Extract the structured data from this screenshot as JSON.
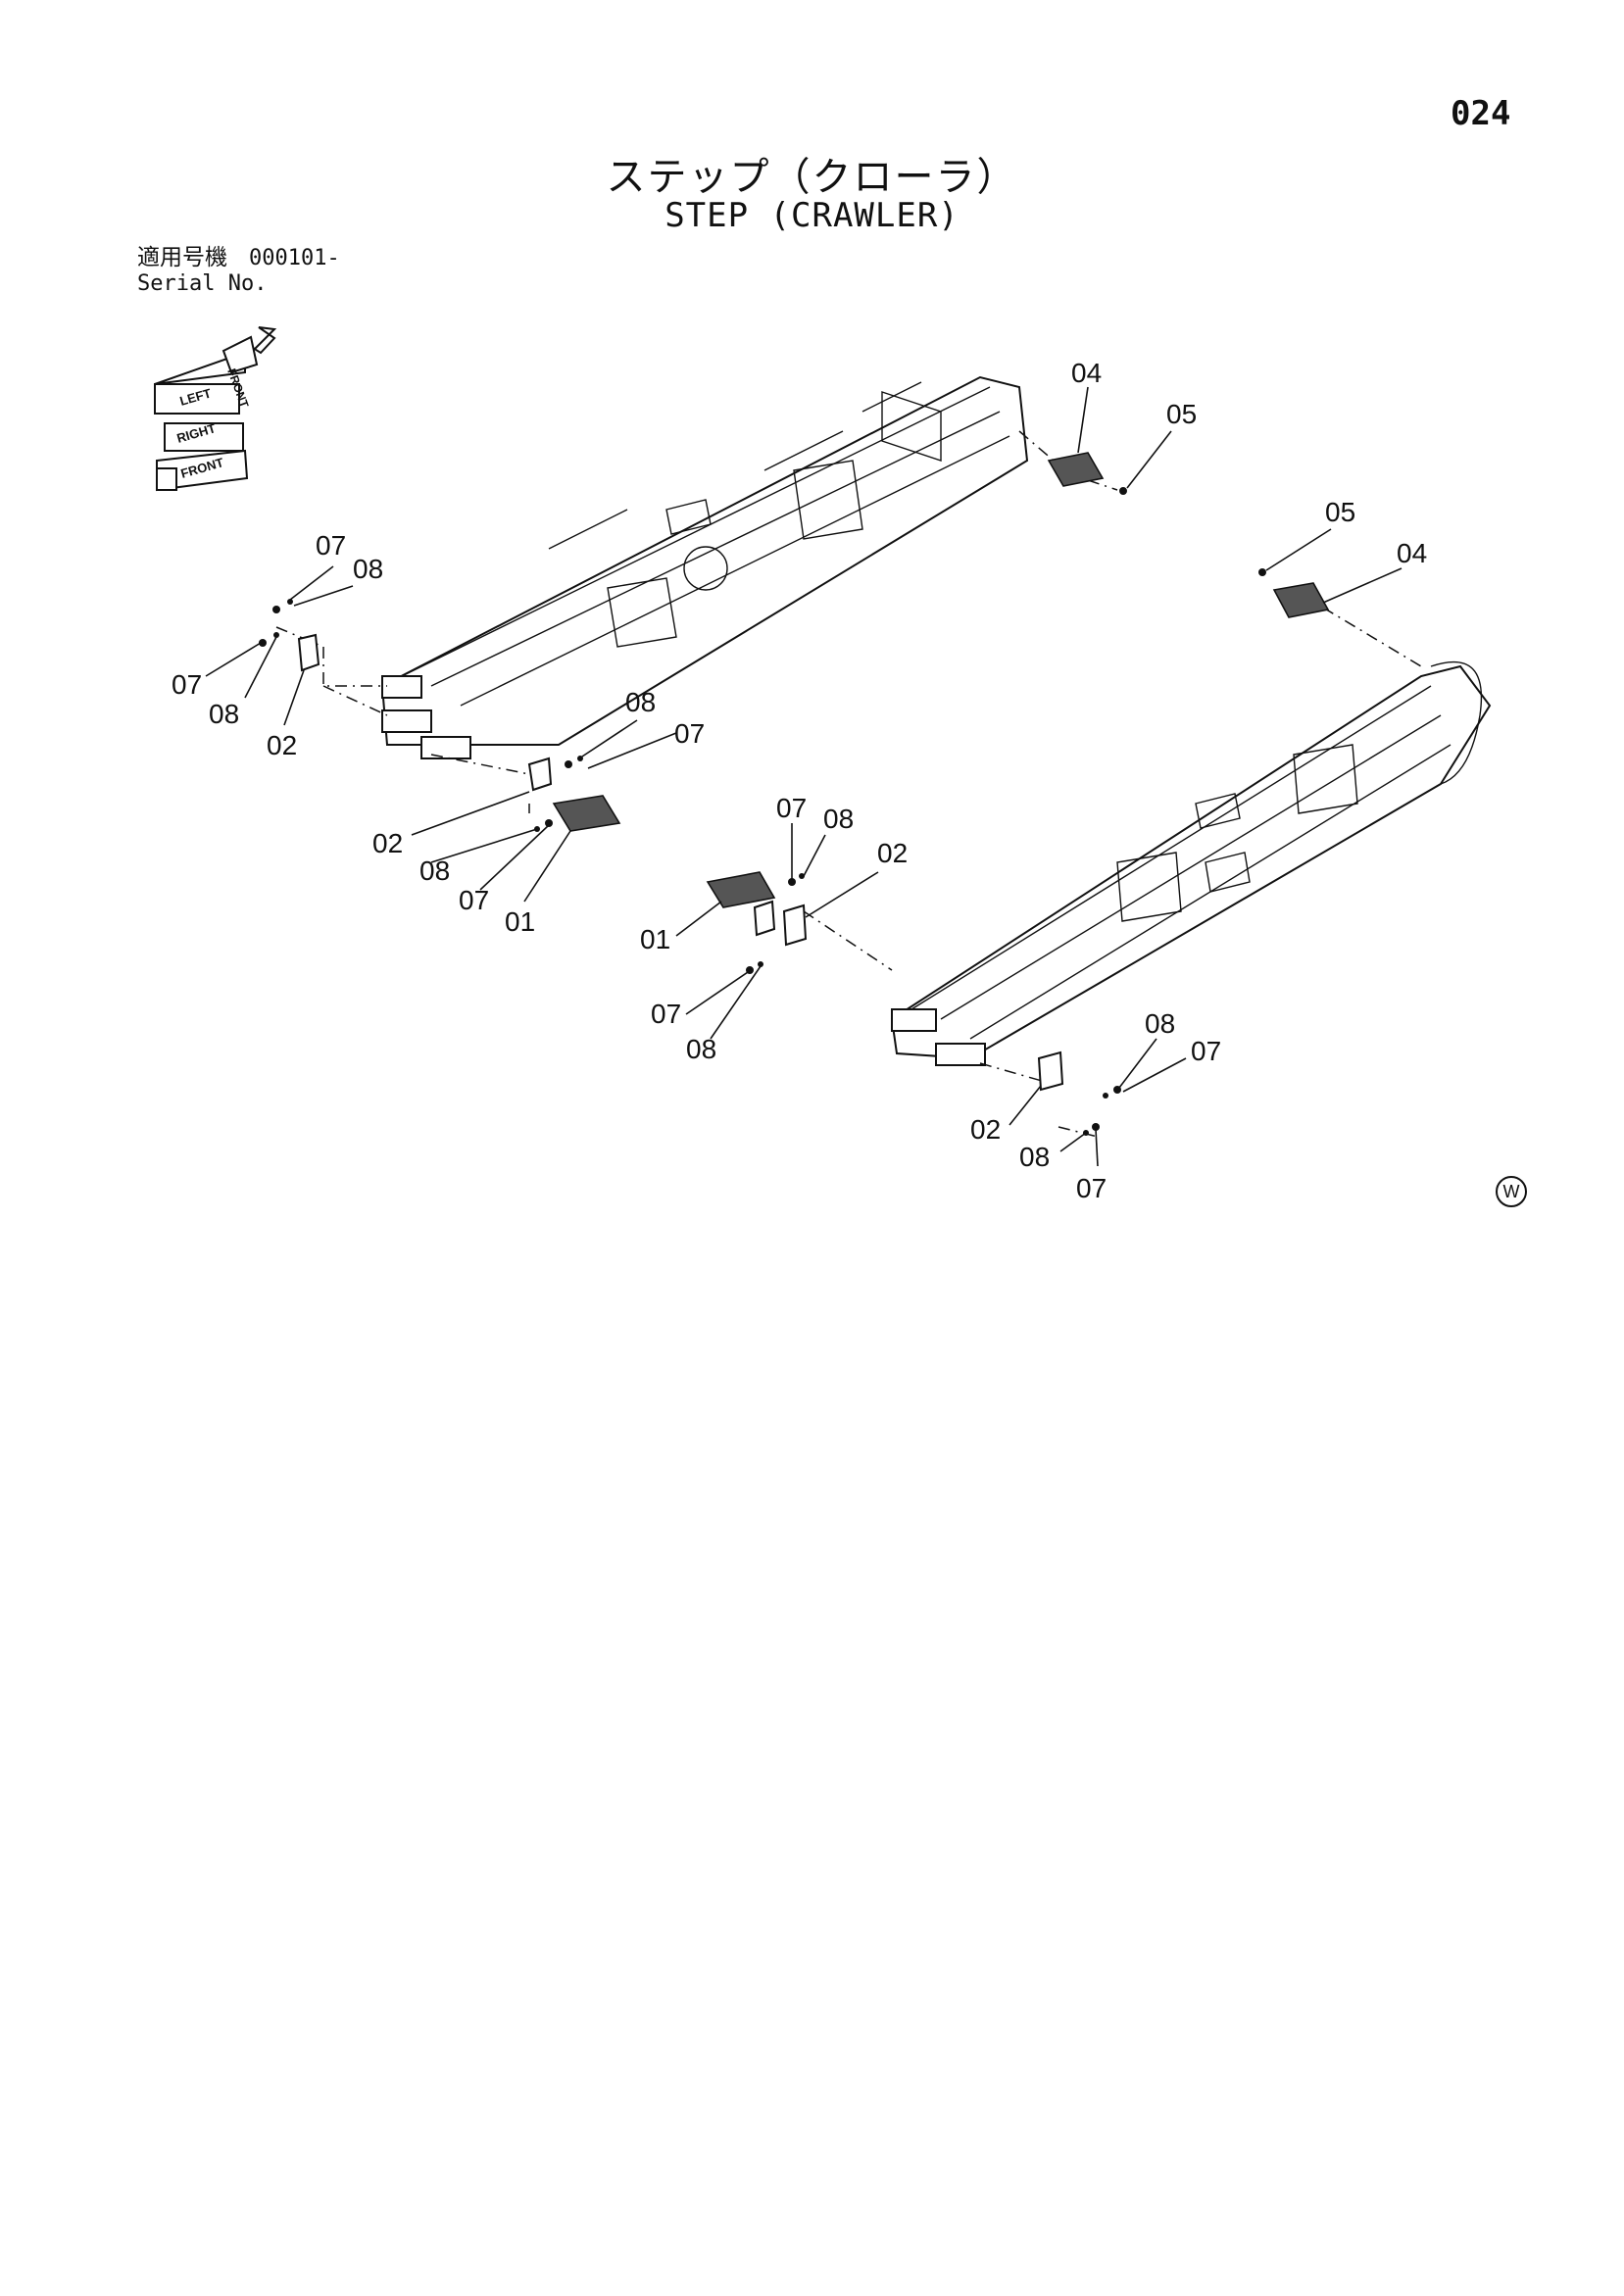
{
  "page": {
    "number": "024"
  },
  "title": {
    "ja": "ステップ（クローラ）",
    "en": "STEP (CRAWLER)"
  },
  "serial": {
    "label_ja": "適用号機",
    "label_en": "Serial No.",
    "value": "000101-"
  },
  "orientation_icon": {
    "labels": [
      "LEFT",
      "RIGHT",
      "FRONT",
      "FRONT"
    ]
  },
  "callouts": {
    "c1": "04",
    "c2": "05",
    "c3": "05",
    "c4": "04",
    "c5": "07",
    "c6": "08",
    "c7": "07",
    "c8": "08",
    "c9": "02",
    "c10": "08",
    "c11": "07",
    "c12": "02",
    "c13": "08",
    "c14": "07",
    "c15": "01",
    "c16": "07",
    "c17": "08",
    "c18": "02",
    "c19": "01",
    "c20": "07",
    "c21": "08",
    "c22": "08",
    "c23": "07",
    "c24": "02",
    "c25": "08",
    "c26": "07"
  },
  "watermark": {
    "symbol": "W"
  }
}
